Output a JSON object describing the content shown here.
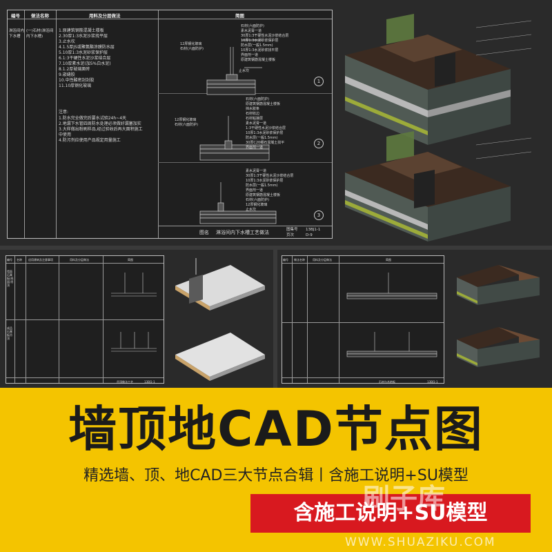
{
  "main_sheet": {
    "headers": {
      "number": "编号",
      "method_name": "做法名称",
      "materials": "用料及分层做法",
      "drawing": "简图"
    },
    "row_label": "淋浴间内下水槽",
    "method": "(一)石材(淋浴间内下水槽)",
    "layers": [
      "1.原建筑钢筋混凝土楼板",
      "2.30厚1:3水泥沙浆找平层",
      "3.止水坎",
      "4.1.5厚JS或聚氨酯涂膜防水层",
      "5.10厚1:3水泥砂浆保护层",
      "6.1:3干硬性水泥沙浆结合层",
      "7.10厚素水泥(加5%白水泥)",
      "8.1.2厚玻璃面砖",
      "9.嵌缝胶",
      "10.中性酸密封封胶",
      "11.10厚钢化玻璃"
    ],
    "notes_title": "注意:",
    "notes": [
      "1.防水完全做完后要水试验24h~4天",
      "2.地漏下水管四周防水处理必须做好漏塞加实",
      "3.大样做出粉刷样品,经过验收后再大面积施工",
      "中使用",
      "4.防污剂应使用产品规定用量施工"
    ],
    "callouts_1": [
      "石材(六面防护)",
      "素水泥膏一道",
      "30厚1:3干硬性水泥沙浆结合层",
      "10厚1:3水泥砂浆保护层",
      "防水层(一般1.5mm)",
      "10厚1:3水泥砂浆找平层",
      "界面剂一道",
      "原建筑钢筋混凝土楼板"
    ],
    "callouts_2": [
      "石材(六面防护)",
      "原建筑钢筋混凝土楼板",
      "挡水胶条",
      "石材收边",
      "石材粘接层",
      "素水泥膏一道",
      "1:3干硬性水泥沙浆结合层",
      "10厚1:3水泥砂浆保护层",
      "防水层(一般1.5mm)",
      "30厚C20细石混凝土找平",
      "界面剂一道"
    ],
    "callouts_3": [
      "素水泥膏一道",
      "30厚1:3干硬性水泥沙浆结合层",
      "10厚1:3水泥砂浆保护层",
      "防水层(一般1.5mm)",
      "界面剂一道",
      "原建筑钢筋混凝土楼板",
      "石材(六面防护)",
      "12厚钢化玻璃",
      "止水坎"
    ],
    "labels_left_1": [
      "12厚钢化玻璃",
      "石材(六面防护)"
    ],
    "labels_left_2": [
      "12厚钢化玻璃",
      "石材(六面防护)"
    ],
    "label_stop": "止水坎",
    "detail_numbers": [
      "1",
      "2",
      "3"
    ],
    "footer": {
      "label": "图名",
      "name": "淋浴间内下水槽工艺做法",
      "set_label": "图集号",
      "set_value": "13BJ1-1",
      "page_label": "页次",
      "page_value": "D-9"
    }
  },
  "bottom_left_sheet": {
    "headers": [
      "编号",
      "名称",
      "适用建筑及注意事项",
      "用料及分层做法",
      "简图"
    ],
    "rows": [
      "墙面石膏板(纸面)吊顶",
      "成品石膏板吊顶"
    ],
    "footer_name": "吊顶做法工艺",
    "footer_value": "13BJ1-1"
  },
  "bottom_right_sheet": {
    "headers": [
      "编号",
      "做法名称",
      "用料及分层做法",
      "简图"
    ],
    "footer_name": "石材与木地板",
    "footer_value": "13BJ1-1"
  },
  "title": "墙顶地CAD节点图",
  "subtitle": "精选墙、顶、地CAD三大节点合辑丨含施工说明+SU模型",
  "badge": "含施工说明+SU模型",
  "watermark": "刷子库",
  "watermark_url": "WWW.SHUAZIKU.COM",
  "colors": {
    "band": "#f4c400",
    "badge": "#d8191f",
    "background": "#2a2a2a"
  }
}
